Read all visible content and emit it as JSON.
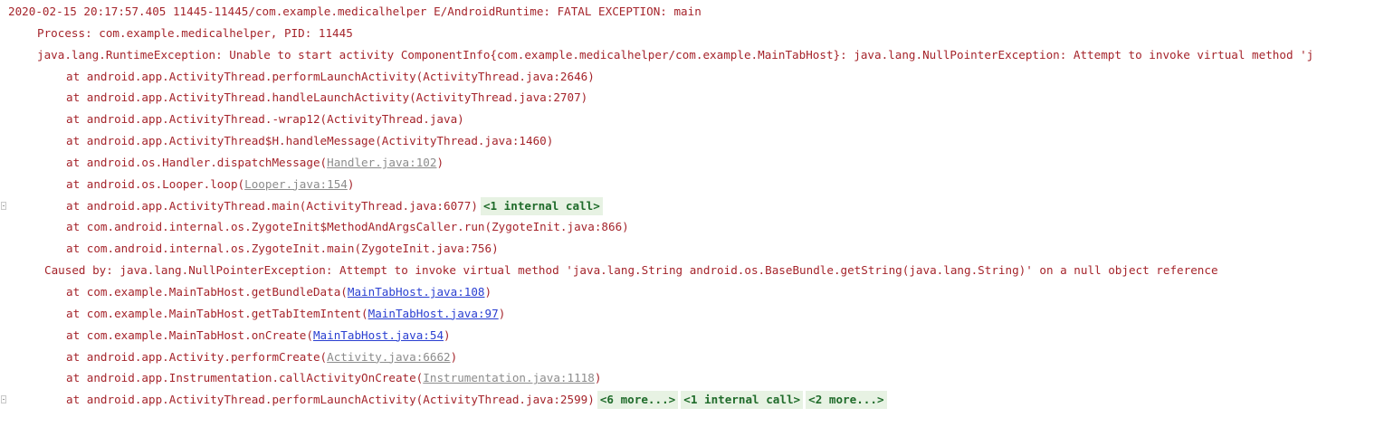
{
  "log": {
    "header": "2020-02-15 20:17:57.405 11445-11445/com.example.medicalhelper E/AndroidRuntime: FATAL EXCEPTION: main",
    "process": "Process: com.example.medicalhelper, PID: 11445",
    "exception": "java.lang.RuntimeException: Unable to start activity ComponentInfo{com.example.medicalhelper/com.example.MainTabHost}: java.lang.NullPointerException: Attempt to invoke virtual method 'j",
    "frames1": [
      {
        "prefix": "at android.app.ActivityThread.performLaunchActivity(ActivityThread.java:2646)"
      },
      {
        "prefix": "at android.app.ActivityThread.handleLaunchActivity(ActivityThread.java:2707)"
      },
      {
        "prefix": "at android.app.ActivityThread.-wrap12(ActivityThread.java)"
      },
      {
        "prefix": "at android.app.ActivityThread$H.handleMessage(ActivityThread.java:1460)"
      },
      {
        "prefix": "at android.os.Handler.dispatchMessage(",
        "link": "Handler.java:102",
        "suffix": ")"
      },
      {
        "prefix": "at android.os.Looper.loop(",
        "link": "Looper.java:154",
        "suffix": ")"
      },
      {
        "prefix": "at android.app.ActivityThread.main(ActivityThread.java:6077)",
        "fold": "<1 internal call>"
      },
      {
        "prefix": "at com.android.internal.os.ZygoteInit$MethodAndArgsCaller.run(ZygoteInit.java:866)"
      },
      {
        "prefix": "at com.android.internal.os.ZygoteInit.main(ZygoteInit.java:756)"
      }
    ],
    "caused_by": "Caused by: java.lang.NullPointerException: Attempt to invoke virtual method 'java.lang.String android.os.BaseBundle.getString(java.lang.String)' on a null object reference",
    "frames2": [
      {
        "prefix": "at com.example.MainTabHost.getBundleData(",
        "link": "MainTabHost.java:108",
        "suffix": ")"
      },
      {
        "prefix": "at com.example.MainTabHost.getTabItemIntent(",
        "link": "MainTabHost.java:97",
        "suffix": ")"
      },
      {
        "prefix": "at com.example.MainTabHost.onCreate(",
        "link": "MainTabHost.java:54",
        "suffix": ")"
      },
      {
        "prefix": "at android.app.Activity.performCreate(",
        "link": "Activity.java:6662",
        "suffix": ")"
      },
      {
        "prefix": "at android.app.Instrumentation.callActivityOnCreate(",
        "link": "Instrumentation.java:1118",
        "suffix": ")"
      },
      {
        "prefix": "at android.app.ActivityThread.performLaunchActivity(ActivityThread.java:2599)",
        "folds": [
          "<6 more...>",
          "<1 internal call>",
          "<2 more...>"
        ]
      }
    ]
  }
}
